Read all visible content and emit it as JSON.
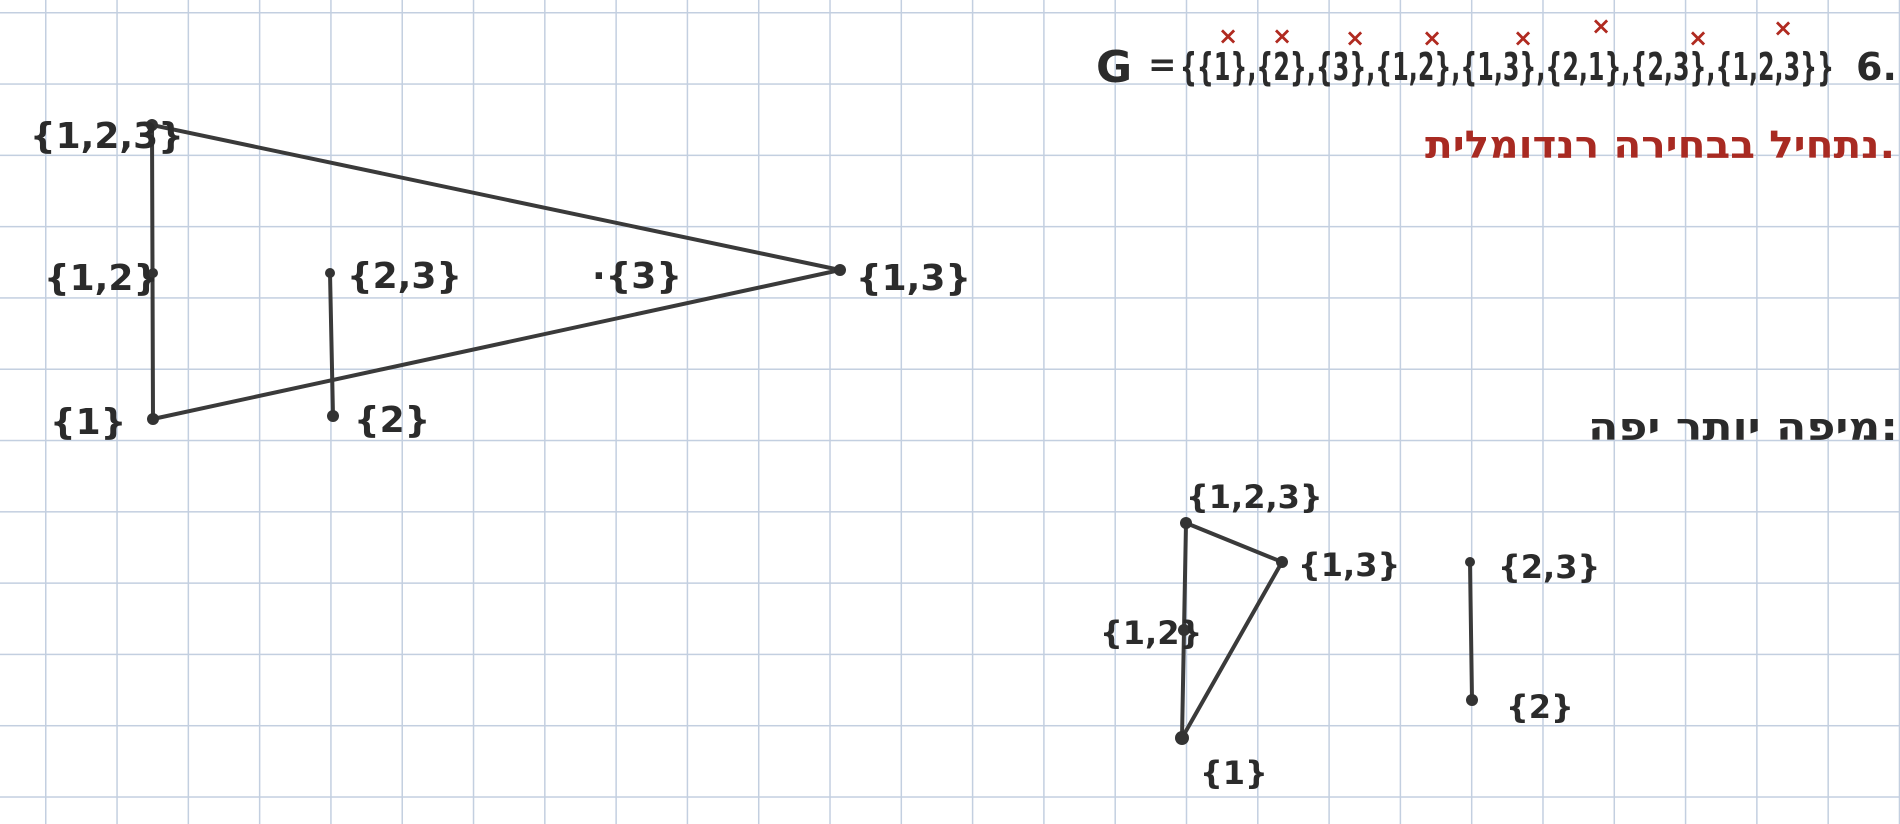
{
  "header": {
    "item_number": "6.",
    "set_name": "G",
    "equals": "=",
    "set_definition": "{{1},{2},{3},{1,2},{1,3},{2,1},{2,3},{1,2,3}}",
    "strikeout_mark": "×",
    "note": "נתחיל בבחירה רנדומלית.",
    "better_note": "מיפה יותר יפה:"
  },
  "colors": {
    "ink": "#2b2b2b",
    "red_ink": "#a82a22",
    "grid": "#c3cfe0"
  },
  "diagram1": {
    "vertices": {
      "v123": "{1,2,3}",
      "v12": "{1,2}",
      "v1": "{1}",
      "v23": "{2,3}",
      "v2": "{2}",
      "v3": "·{3}",
      "v13": "{1,3}"
    },
    "edges": [
      "{1,2,3}—{1}",
      "{1,2,3}—{1,3}",
      "{1}—{1,3}",
      "{2,3}—{2}"
    ]
  },
  "diagram2": {
    "vertices": {
      "v123": "{1,2,3}",
      "v13": "{1,3}",
      "v12": "{1,2}",
      "v1": "{1}",
      "v23": "{2,3}",
      "v2": "{2}"
    },
    "edges": [
      "{1,2,3}—{1}",
      "{1,2,3}—{1,3}",
      "{1}—{1,3}",
      "{2,3}—{2}"
    ]
  }
}
